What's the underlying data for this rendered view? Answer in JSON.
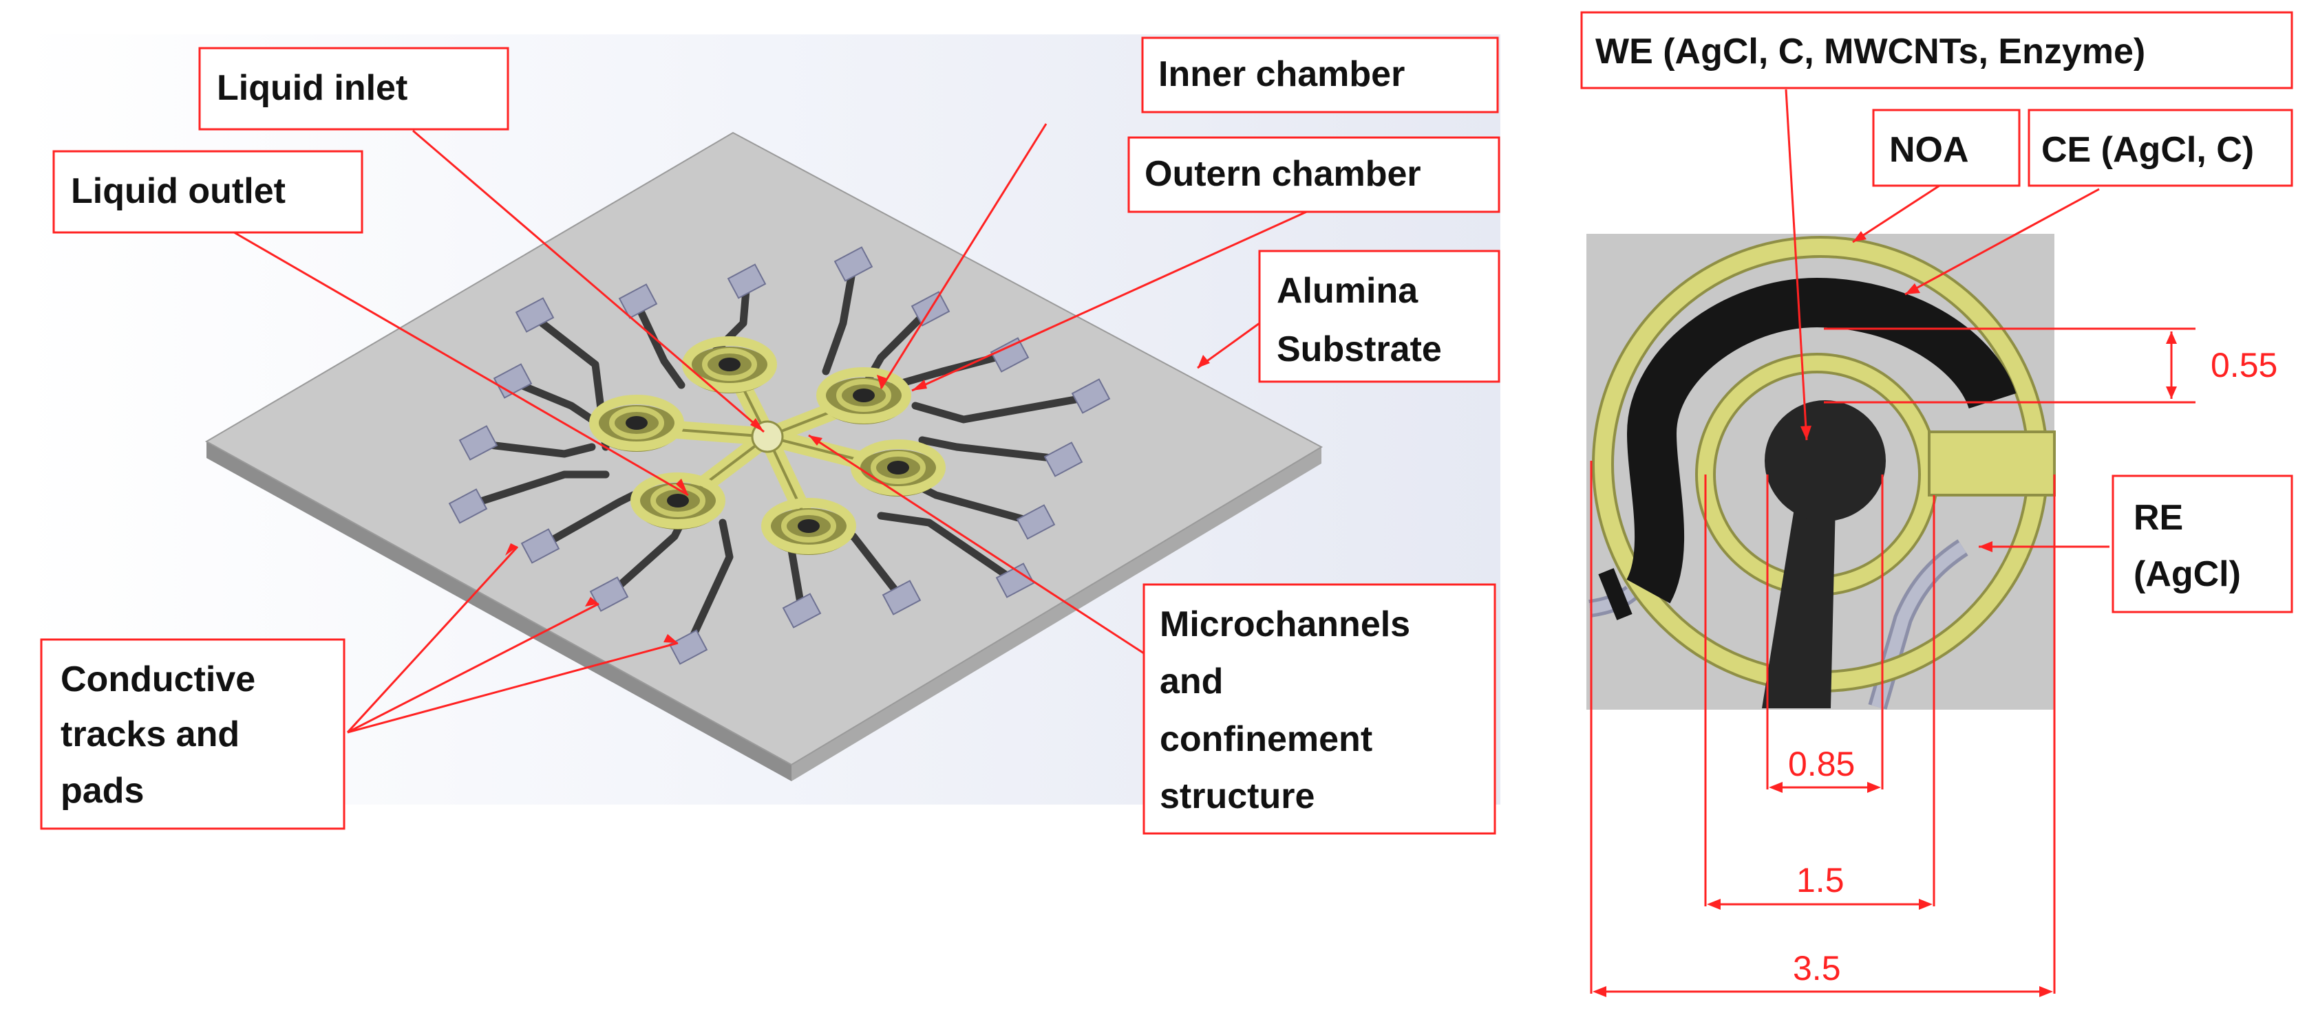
{
  "labels": {
    "liquid_inlet": "Liquid inlet",
    "liquid_outlet": "Liquid outlet",
    "inner_chamber": "Inner chamber",
    "outern_chamber": "Outern chamber",
    "alumina_line1": "Alumina",
    "alumina_line2": "Substrate",
    "conductive_line1": "Conductive",
    "conductive_line2": "tracks and",
    "conductive_line3": "pads",
    "micro_line1": "Microchannels",
    "micro_line2": "and",
    "micro_line3": "confinement",
    "micro_line4": "structure",
    "we": "WE (AgCl, C, MWCNTs, Enzyme)",
    "noa": "NOA",
    "ce": "CE (AgCl, C)",
    "re_line1": "RE",
    "re_line2": "(AgCl)"
  },
  "dimensions": {
    "d_055": "0.55",
    "d_085": "0.85",
    "d_15": "1.5",
    "d_35": "3.5"
  },
  "colors": {
    "annotation": "#ff2222",
    "substrate": "#c8c8c8",
    "gold": "#d8d87a",
    "electrode": "#262626",
    "pad": "#a9acc4"
  }
}
